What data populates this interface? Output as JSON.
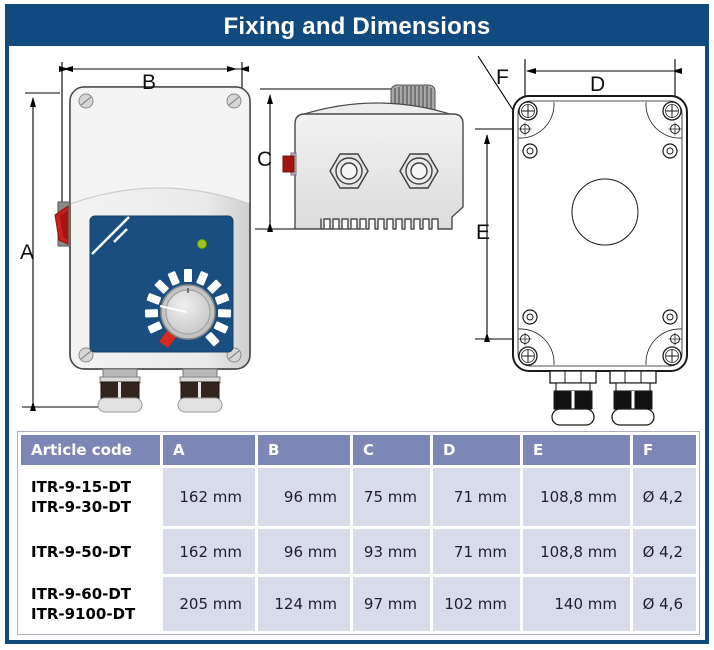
{
  "header": {
    "title": "Fixing and Dimensions"
  },
  "colors": {
    "frame_blue": "#114a7e",
    "table_header_blue": "#7c87b5",
    "table_cell_bg": "#d8dbe9",
    "panel_blue": "#1b4e80",
    "accent_red": "#c8201e",
    "led_green": "#9dc41d"
  },
  "drawings": {
    "labels": {
      "a": "A",
      "b": "B",
      "c": "C",
      "d": "D",
      "e": "E",
      "f": "F"
    }
  },
  "table": {
    "headers": [
      "Article code",
      "A",
      "B",
      "C",
      "D",
      "E",
      "F"
    ],
    "rows": [
      {
        "codes": [
          "ITR-9-15-DT",
          "ITR-9-30-DT"
        ],
        "a": "162 mm",
        "b": "96 mm",
        "c": "75 mm",
        "d": "71 mm",
        "e": "108,8 mm",
        "f": "Ø 4,2"
      },
      {
        "codes": [
          "ITR-9-50-DT"
        ],
        "a": "162 mm",
        "b": "96 mm",
        "c": "93 mm",
        "d": "71 mm",
        "e": "108,8 mm",
        "f": "Ø 4,2"
      },
      {
        "codes": [
          "ITR-9-60-DT",
          "ITR-9100-DT"
        ],
        "a": "205 mm",
        "b": "124 mm",
        "c": "97 mm",
        "d": "102 mm",
        "e": "140 mm",
        "f": "Ø 4,6"
      }
    ]
  }
}
